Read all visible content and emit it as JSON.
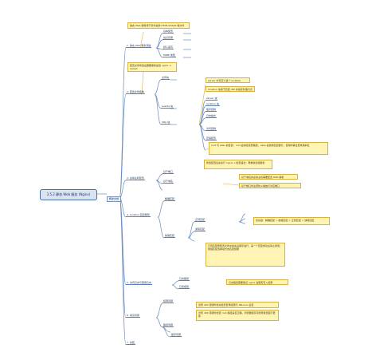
{
  "root": "3.5.2 静态 Web 服务 (Nginx)",
  "hub": "概述文档",
  "branches": [
    {
      "label": "1. 静态 Web 服务基础",
      "items": [
        "基本配置",
        "站点目录",
        "默认首页",
        "MIME 类型"
      ]
    },
    {
      "label": "2. 配置文件结构",
      "items": [
        "全局块",
        "events 块",
        "http 块",
        "server 块",
        "location 块",
        "缓存控制",
        "日志格式",
        "访问控制",
        "压缩配置"
      ]
    },
    {
      "label": "3. 虚拟主机配置",
      "items": [
        "基于端口",
        "基于域名"
      ]
    },
    {
      "label": "4. location 匹配规则",
      "items": [
        "精确匹配",
        "前缀匹配",
        "正则匹配",
        "通用匹配"
      ]
    },
    {
      "label": "5. 访问日志与错误日志",
      "items": [
        "日志路径",
        "日志级别"
      ]
    },
    {
      "label": "6. 常见问题",
      "items": [
        "权限问题",
        "路径问题",
        "缓存问题"
      ]
    },
    {
      "label": "7. 总结",
      "items": []
    }
  ],
  "notes": [
    "静态 Web 服务用于对外提供 HTML/CSS/JS 等文件",
    "配置文件修改后需要重新加载 nginx -s reload",
    "server 中可定义多个 location",
    "location 块用于匹配 URI 并指定处理方式",
    "root 与 alias 的区别：root 会拼接完整路径，alias 会替换匹配部分，使用时需注意末尾斜杠",
    "修改配置后先执行 nginx -t 检查语法，再重新加载服务",
    "基于域名的虚拟主机需要配置 DNS 解析",
    "基于端口时注意防火墙放行对应端口",
    "优先级：精确匹配 > 前缀匹配 > 正则匹配 > 通用匹配",
    "正则匹配按配置文件中的先后顺序进行，第一个匹配成功后停止搜索；前缀匹配选择最长的匹配结果",
    "日志路径需要保证 nginx 进程有写入权限",
    "出现 403 错误时优先检查目录权限与 SELinux 设置",
    "出现 404 错误时检查 root 路径是否正确，浏览器缓存可能导致页面不更新"
  ]
}
